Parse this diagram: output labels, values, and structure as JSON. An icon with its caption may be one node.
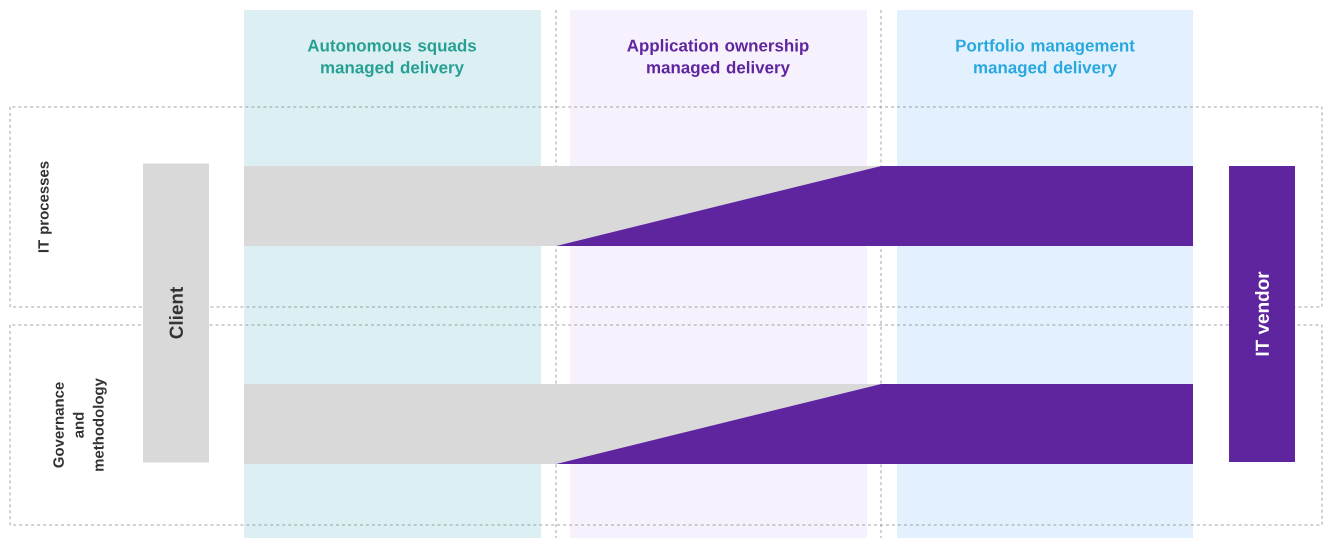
{
  "diagram": {
    "nodes": [
      {
        "text": [
          "Autonomous squads managed delivery"
        ]
      },
      {
        "text": [
          "Application ownership managed delivery"
        ]
      },
      {
        "text": [
          "Portfolio management managed delivery"
        ]
      },
      {
        "text": [
          "IT processes"
        ]
      },
      {
        "text": [
          "Governance and methodology"
        ]
      },
      {
        "text": [
          "Client"
        ]
      },
      {
        "text": [
          "IT vendor"
        ]
      },
      {
        "text": [],
        "shape": "bar",
        "in": 3
      },
      {
        "text": [],
        "shape": "bar",
        "in": 4
      }
    ]
  }
}
